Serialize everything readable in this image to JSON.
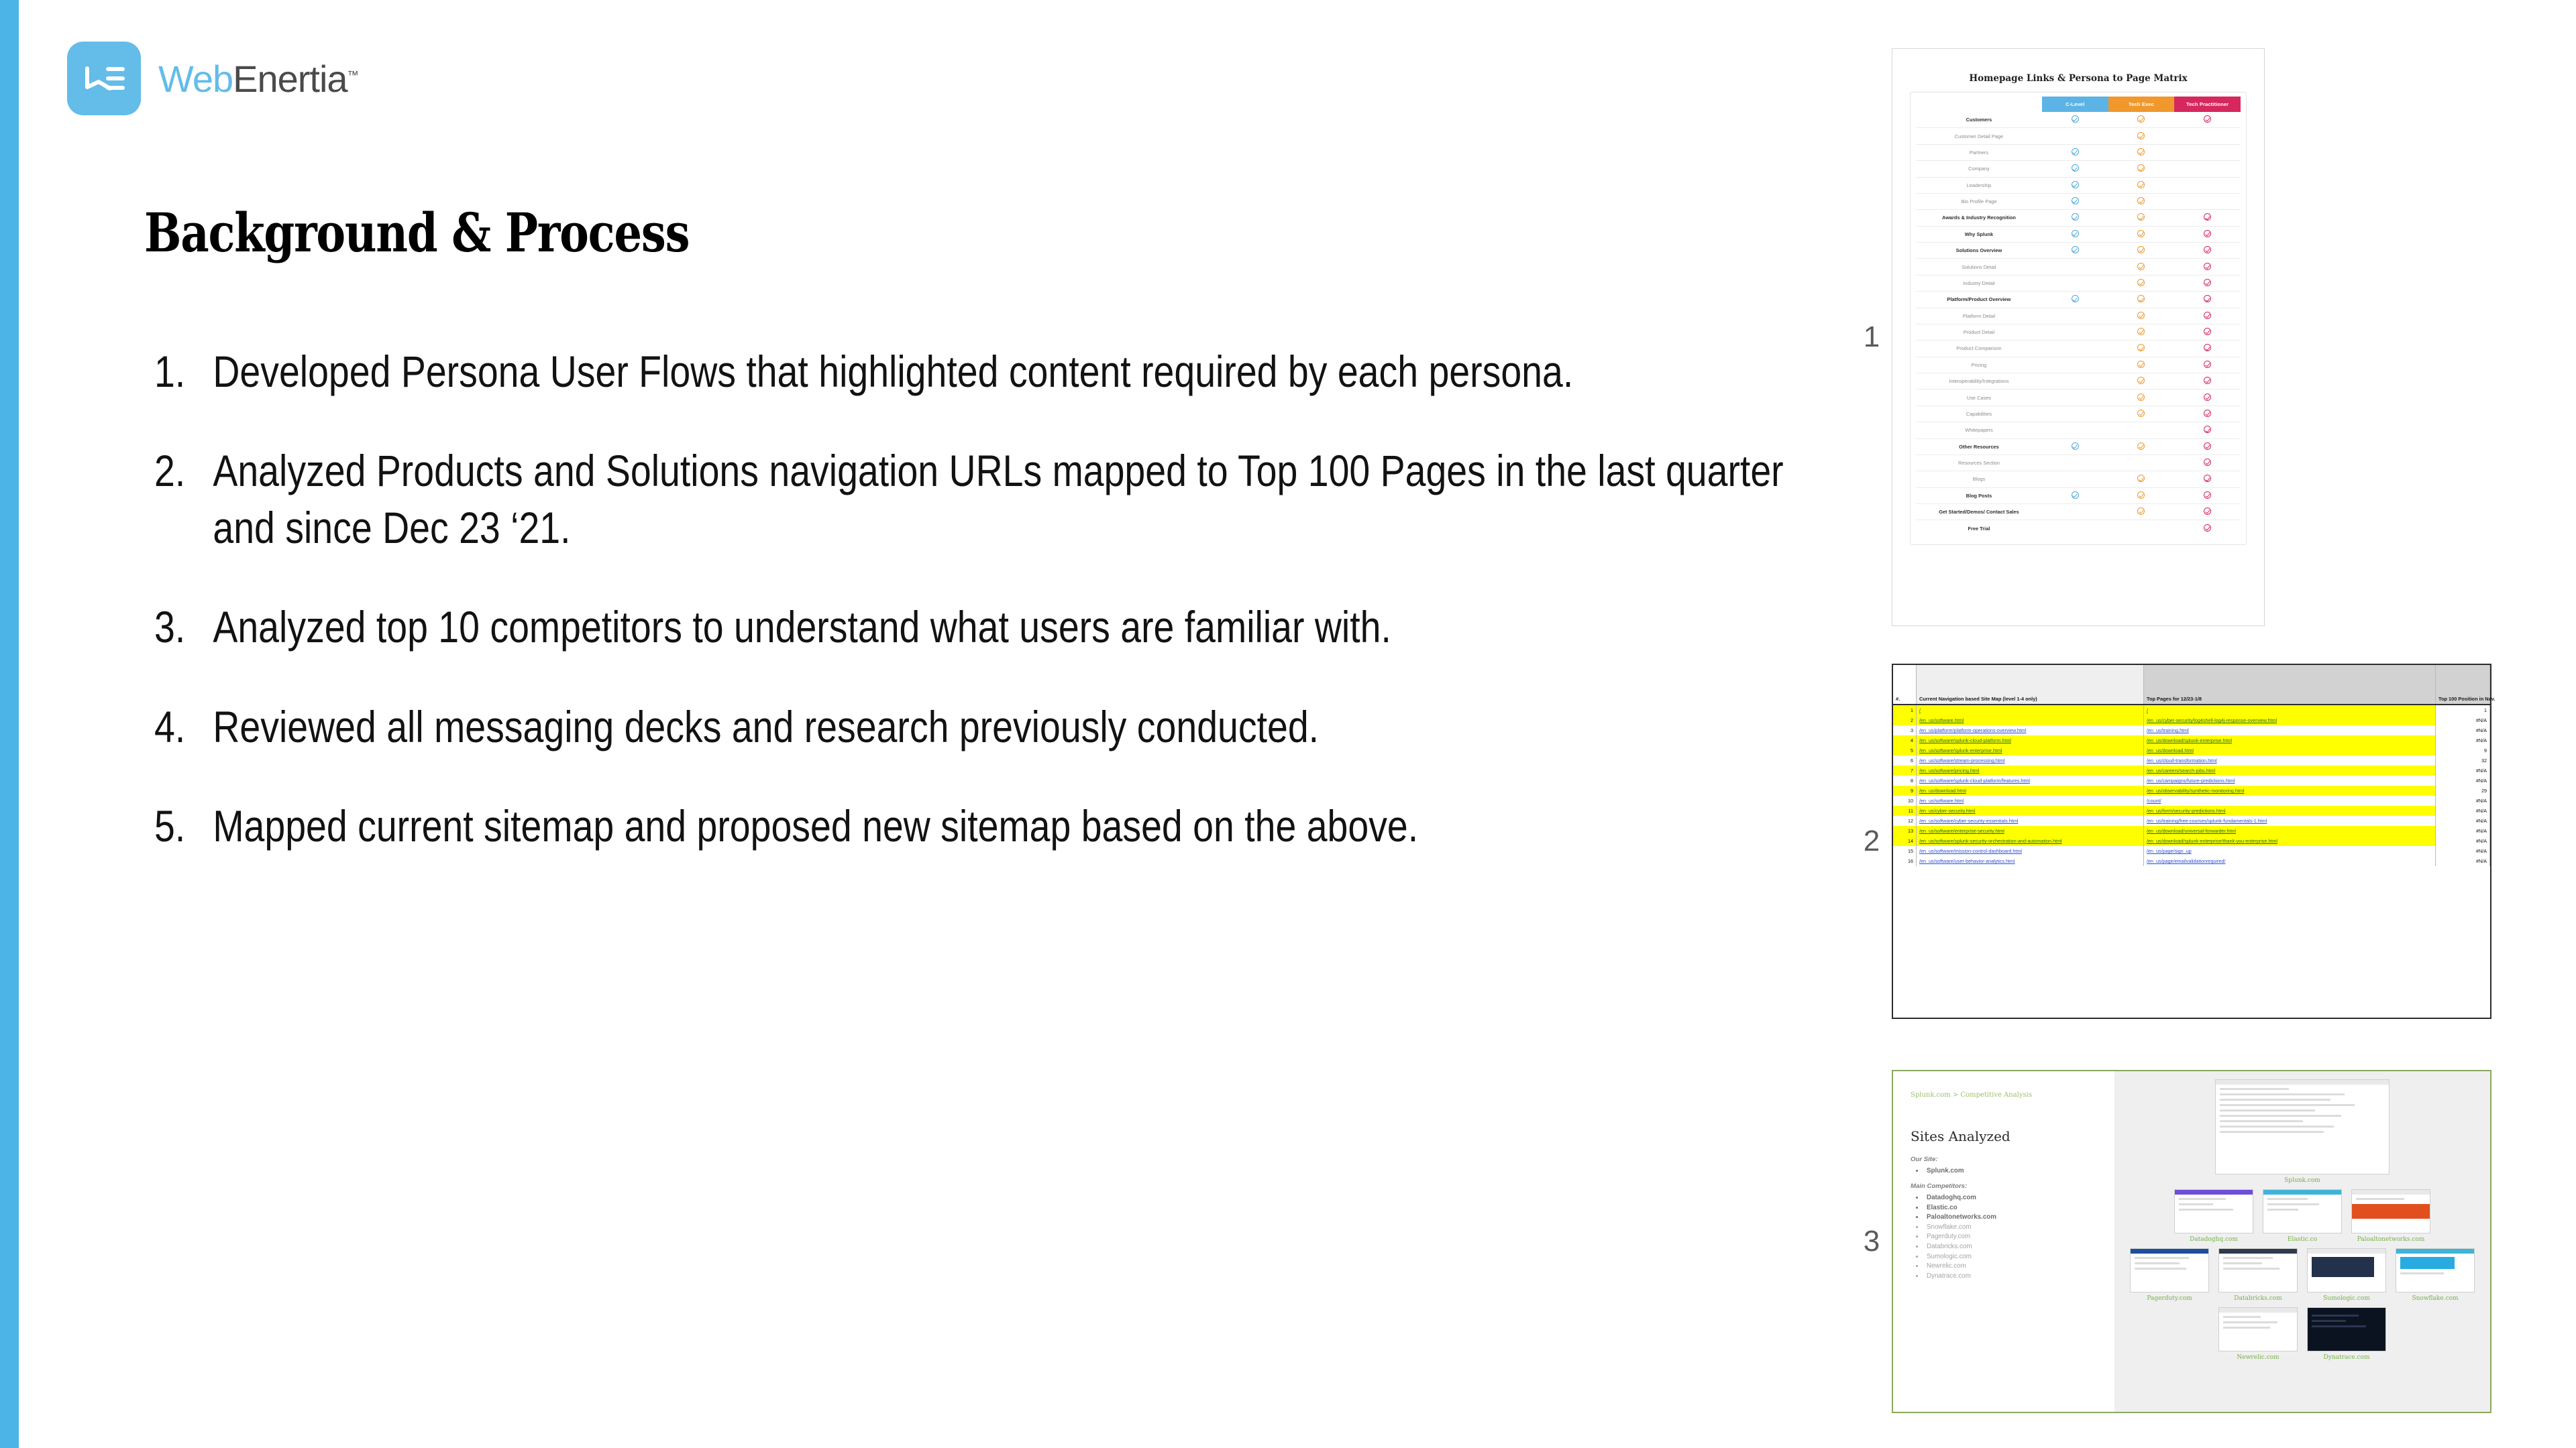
{
  "brand": {
    "logo_name_part1": "Web",
    "logo_name_part2": "Enertia",
    "logo_tm": "™",
    "accent_blue": "#4db4e8",
    "logo_mark_color": "#64bce9"
  },
  "slide": {
    "title": "Background & Process",
    "items": [
      {
        "number": "1.",
        "text": "Developed Persona User Flows that highlighted content required by each persona."
      },
      {
        "number": "2.",
        "text": "Analyzed Products and Solutions navigation URLs mapped to Top 100 Pages in the last quarter and since Dec 23 ‘21."
      },
      {
        "number": "3.",
        "text": "Analyzed top 10 competitors to understand what users are familiar with."
      },
      {
        "number": "4.",
        "text": "Reviewed all messaging decks and research previously conducted."
      },
      {
        "number": "5.",
        "text": "Mapped current sitemap and proposed new sitemap based on the above."
      }
    ]
  },
  "thumbnails": [
    {
      "index": "1",
      "name": "persona-page-matrix"
    },
    {
      "index": "2",
      "name": "navigation-sitemap-spreadsheet"
    },
    {
      "index": "3",
      "name": "competitive-analysis-sites"
    }
  ],
  "matrix": {
    "title": "Homepage Links & Persona to Page Matrix",
    "columns": [
      "C-Level",
      "Tech Exec",
      "Tech Practitioner"
    ],
    "column_colors": [
      "#5bb4e5",
      "#f0982c",
      "#d6275e"
    ],
    "rows": [
      {
        "label": "Customers",
        "bold": true,
        "marks": [
          true,
          true,
          true
        ]
      },
      {
        "label": "Customer Detail Page",
        "bold": false,
        "marks": [
          false,
          true,
          false
        ]
      },
      {
        "label": "Partners",
        "bold": false,
        "marks": [
          true,
          true,
          false
        ]
      },
      {
        "label": "Company",
        "bold": false,
        "marks": [
          true,
          true,
          false
        ]
      },
      {
        "label": "Leadership",
        "bold": false,
        "marks": [
          true,
          true,
          false
        ]
      },
      {
        "label": "Bio Profile Page",
        "bold": false,
        "marks": [
          true,
          true,
          false
        ]
      },
      {
        "label": "Awards & Industry Recognition",
        "bold": true,
        "marks": [
          true,
          true,
          true
        ]
      },
      {
        "label": "Why Splunk",
        "bold": true,
        "marks": [
          true,
          true,
          true
        ]
      },
      {
        "label": "Solutions Overview",
        "bold": true,
        "marks": [
          true,
          true,
          true
        ]
      },
      {
        "label": "Solutions Detail",
        "bold": false,
        "marks": [
          false,
          true,
          true
        ]
      },
      {
        "label": "Industry Detail",
        "bold": false,
        "marks": [
          false,
          true,
          true
        ]
      },
      {
        "label": "Platform/Product Overview",
        "bold": true,
        "marks": [
          true,
          true,
          true
        ]
      },
      {
        "label": "Platform Detail",
        "bold": false,
        "marks": [
          false,
          true,
          true
        ]
      },
      {
        "label": "Product Detail",
        "bold": false,
        "marks": [
          false,
          true,
          true
        ]
      },
      {
        "label": "Product Comparison",
        "bold": false,
        "marks": [
          false,
          true,
          true
        ]
      },
      {
        "label": "Pricing",
        "bold": false,
        "marks": [
          false,
          true,
          true
        ]
      },
      {
        "label": "Interoperability/Integrations",
        "bold": false,
        "marks": [
          false,
          true,
          true
        ]
      },
      {
        "label": "Use Cases",
        "bold": false,
        "marks": [
          false,
          true,
          true
        ]
      },
      {
        "label": "Capabilities",
        "bold": false,
        "marks": [
          false,
          true,
          true
        ]
      },
      {
        "label": "Whitepapers",
        "bold": false,
        "marks": [
          false,
          false,
          true
        ]
      },
      {
        "label": "Other Resources",
        "bold": true,
        "marks": [
          true,
          true,
          true
        ]
      },
      {
        "label": "Resources Section",
        "bold": false,
        "marks": [
          false,
          false,
          true
        ]
      },
      {
        "label": "Blogs",
        "bold": false,
        "marks": [
          false,
          true,
          true
        ]
      },
      {
        "label": "Blog Posts",
        "bold": true,
        "marks": [
          true,
          true,
          true
        ]
      },
      {
        "label": "Get Started/Demos/ Contact Sales",
        "bold": true,
        "thick_top": true,
        "marks": [
          false,
          true,
          true
        ]
      },
      {
        "label": "Free Trial",
        "bold": true,
        "marks": [
          false,
          false,
          true
        ]
      }
    ]
  },
  "sheet": {
    "headers": {
      "num": "#.",
      "nav": "Current Navigation based Site Map (level 1-4 only)",
      "top": "Top Pages for 12/23-1/8",
      "pos": "Top 100 Position in Nav."
    },
    "rows": [
      {
        "n": "1",
        "nav": "/",
        "top": "/",
        "pos": "1",
        "hl": true
      },
      {
        "n": "2",
        "nav": "/en_us/software.html",
        "top": "/en_us/cyber-security/log4shell-log4j-response-overview.html",
        "pos": "#N/A",
        "hl": true
      },
      {
        "n": "3",
        "nav": "/en_us/platform/platform-operations-overview.html",
        "top": "/en_us/training.html",
        "pos": "#N/A",
        "hl": false
      },
      {
        "n": "4",
        "nav": "/en_us/software/splunk-cloud-platform.html",
        "top": "/en_us/download/splunk-enterprise.html",
        "pos": "#N/A",
        "hl": true
      },
      {
        "n": "5",
        "nav": "/en_us/software/splunk-enterprise.html",
        "top": "/en_us/download.html",
        "pos": "9",
        "hl": true
      },
      {
        "n": "6",
        "nav": "/en_us/software/stream-processing.html",
        "top": "/en_us/cloud-transformation.html",
        "pos": "32",
        "hl": false
      },
      {
        "n": "7",
        "nav": "/en_us/software/pricing.html",
        "top": "/en_us/careers/search-jobs.html",
        "pos": "#N/A",
        "hl": true
      },
      {
        "n": "8",
        "nav": "/en_us/software/splunk-cloud-platform/features.html",
        "top": "/en_us/campaigns/future-predictions.html",
        "pos": "#N/A",
        "hl": false
      },
      {
        "n": "9",
        "nav": "/en_us/download.html",
        "top": "/en_us/observability/synthetic-monitoring.html",
        "pos": "29",
        "hl": true
      },
      {
        "n": "10",
        "nav": "/en_us/software.html",
        "top": "/count/",
        "pos": "#N/A",
        "hl": false
      },
      {
        "n": "11",
        "nav": "/en_us/cyber-security.html",
        "top": "/en_us/form/security-predictions.html",
        "pos": "#N/A",
        "hl": true
      },
      {
        "n": "12",
        "nav": "/en_us/software/cyber-security-essentials.html",
        "top": "/en_us/training/free-courses/splunk-fundamentals-1.html",
        "pos": "#N/A",
        "hl": false
      },
      {
        "n": "13",
        "nav": "/en_us/software/enterprise-security.html",
        "top": "/en_us/download/universal-forwarder.html",
        "pos": "#N/A",
        "hl": true
      },
      {
        "n": "14",
        "nav": "/en_us/software/splunk-security-orchestration-and-automation.html",
        "top": "/en_us/download/splunk-enterprise/thank-you-enterprise.html",
        "pos": "#N/A",
        "hl": true
      },
      {
        "n": "15",
        "nav": "/en_us/software/mission-control-dashboard.html",
        "top": "/en_us/page/sign_up",
        "pos": "#N/A",
        "hl": false
      },
      {
        "n": "16",
        "nav": "/en_us/software/user-behavior-analytics.html",
        "top": "/en_us/page/emailvalidationrequired/",
        "pos": "#N/A",
        "hl": false
      }
    ]
  },
  "competitive": {
    "breadcrumb": "Splunk.com >  Competitive Analysis",
    "heading": "Sites Analyzed",
    "our_site_label": "Our Site:",
    "our_sites": [
      "Splunk.com"
    ],
    "competitors_label": "Main Competitors:",
    "competitors": [
      {
        "name": "Datadoghq.com",
        "strong": true
      },
      {
        "name": "Elastic.co",
        "strong": true
      },
      {
        "name": "Paloaltonetworks.com",
        "strong": true
      },
      {
        "name": "Snowflake.com",
        "strong": false
      },
      {
        "name": "Pagerduty.com",
        "strong": false
      },
      {
        "name": "Databricks.com",
        "strong": false
      },
      {
        "name": "Sumologic.com",
        "strong": false
      },
      {
        "name": "Newrelic.com",
        "strong": false
      },
      {
        "name": "Dynatrace.com",
        "strong": false
      }
    ],
    "hero_caption": "Splunk.com",
    "shot_captions_row1": [
      "Datadoghq.com",
      "Elastic.co",
      "Paloaltonetworks.com"
    ],
    "shot_captions_row2": [
      "Pagerduty.com",
      "Databricks.com",
      "Sumologic.com",
      "Snowflake.com"
    ],
    "shot_captions_row3": [
      "Newrelic.com",
      "Dynatrace.com"
    ]
  }
}
